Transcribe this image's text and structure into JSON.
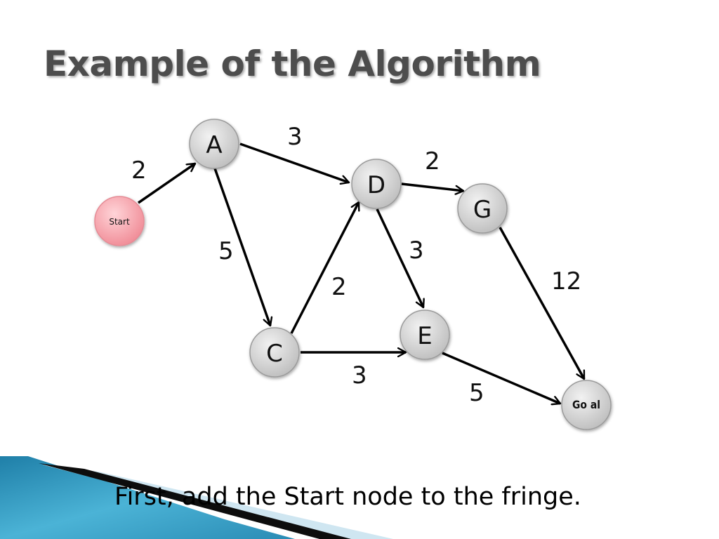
{
  "slide": {
    "title": "Example of the Algorithm",
    "caption": "First, add the Start node to the fringe."
  },
  "graph": {
    "nodes": [
      {
        "id": "start",
        "label": "Start",
        "color": "#f4a0a8"
      },
      {
        "id": "A",
        "label": "A"
      },
      {
        "id": "D",
        "label": "D"
      },
      {
        "id": "G",
        "label": "G"
      },
      {
        "id": "C",
        "label": "C"
      },
      {
        "id": "E",
        "label": "E"
      },
      {
        "id": "goal",
        "label": "Go al"
      }
    ],
    "edges": [
      {
        "from": "start",
        "to": "A",
        "weight": "2"
      },
      {
        "from": "A",
        "to": "D",
        "weight": "3"
      },
      {
        "from": "A",
        "to": "C",
        "weight": "5"
      },
      {
        "from": "D",
        "to": "G",
        "weight": "2"
      },
      {
        "from": "D",
        "to": "E",
        "weight": "3"
      },
      {
        "from": "C",
        "to": "D",
        "weight": "2"
      },
      {
        "from": "C",
        "to": "E",
        "weight": "3"
      },
      {
        "from": "G",
        "to": "goal",
        "weight": "12"
      },
      {
        "from": "E",
        "to": "goal",
        "weight": "5"
      }
    ]
  },
  "colors": {
    "node_fill": "#d9d9d9",
    "start_fill": "#f4a0a8",
    "accent_blue": "#3aa6cf"
  }
}
